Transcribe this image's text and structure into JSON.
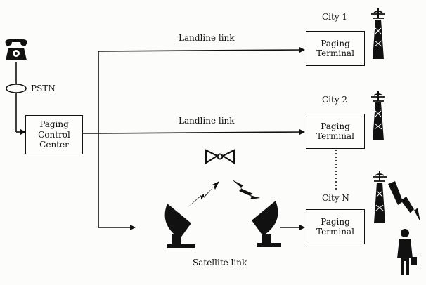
{
  "nodes": {
    "pstn": "PSTN",
    "control_center": [
      "Paging",
      "Control",
      "Center"
    ],
    "terminals": [
      {
        "city": "City 1",
        "lines": [
          "Paging",
          "Terminal"
        ]
      },
      {
        "city": "City 2",
        "lines": [
          "Paging",
          "Terminal"
        ]
      },
      {
        "city": "City N",
        "lines": [
          "Paging",
          "Terminal"
        ]
      }
    ]
  },
  "links": {
    "landline_1": "Landline link",
    "landline_2": "Landline link",
    "satellite": "Satellite link"
  },
  "icons": {
    "telephone": "telephone-icon",
    "tower": "radio-tower-icon",
    "dish": "satellite-dish-icon",
    "satellite": "satellite-icon",
    "person": "person-icon"
  }
}
